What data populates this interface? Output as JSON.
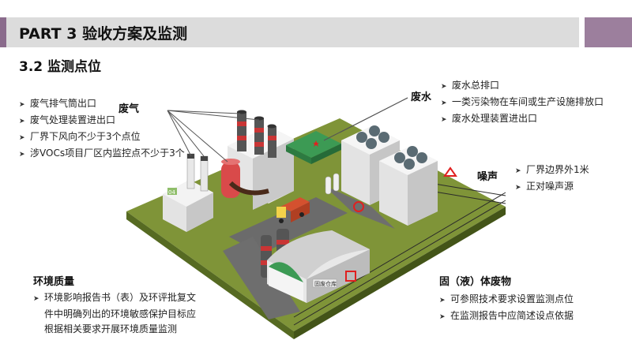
{
  "header": {
    "title": "PART 3  验收方案及监测"
  },
  "section": {
    "title": "3.2 监测点位"
  },
  "bullet_icon": "triangle-right-icon",
  "waste_gas": {
    "label": "废气",
    "items": [
      "废气排气筒出口",
      "废气处理装置进出口",
      "厂界下风向不少于3个点位",
      "涉VOCs项目厂区内监控点不少于3个"
    ]
  },
  "waste_water": {
    "label": "废水",
    "items": [
      "废水总排口",
      "一类污染物在车间或生产设施排放口",
      "废水处理装置进出口"
    ]
  },
  "noise": {
    "label": "噪声",
    "items": [
      "厂界边界外1米",
      "正对噪声源"
    ]
  },
  "env_quality": {
    "label": "环境质量",
    "item_lines": [
      "环境影响报告书（表）及环评批复文",
      "件中明确列出的环境敏感保护目标应",
      "根据相关要求开展环境质量监测"
    ]
  },
  "solid_waste": {
    "label": "固（液）体废物",
    "items": [
      "可参照技术要求设置监测点位",
      "在监测报告中应简述设点依据"
    ]
  },
  "illustration": {
    "building_tag_1": "04",
    "warehouse_sign": "固废仓库"
  },
  "colors": {
    "accent": "#9c7f9d",
    "marker_red": "#e02020",
    "ground": "#7f9438",
    "road": "#6b6b6b"
  }
}
